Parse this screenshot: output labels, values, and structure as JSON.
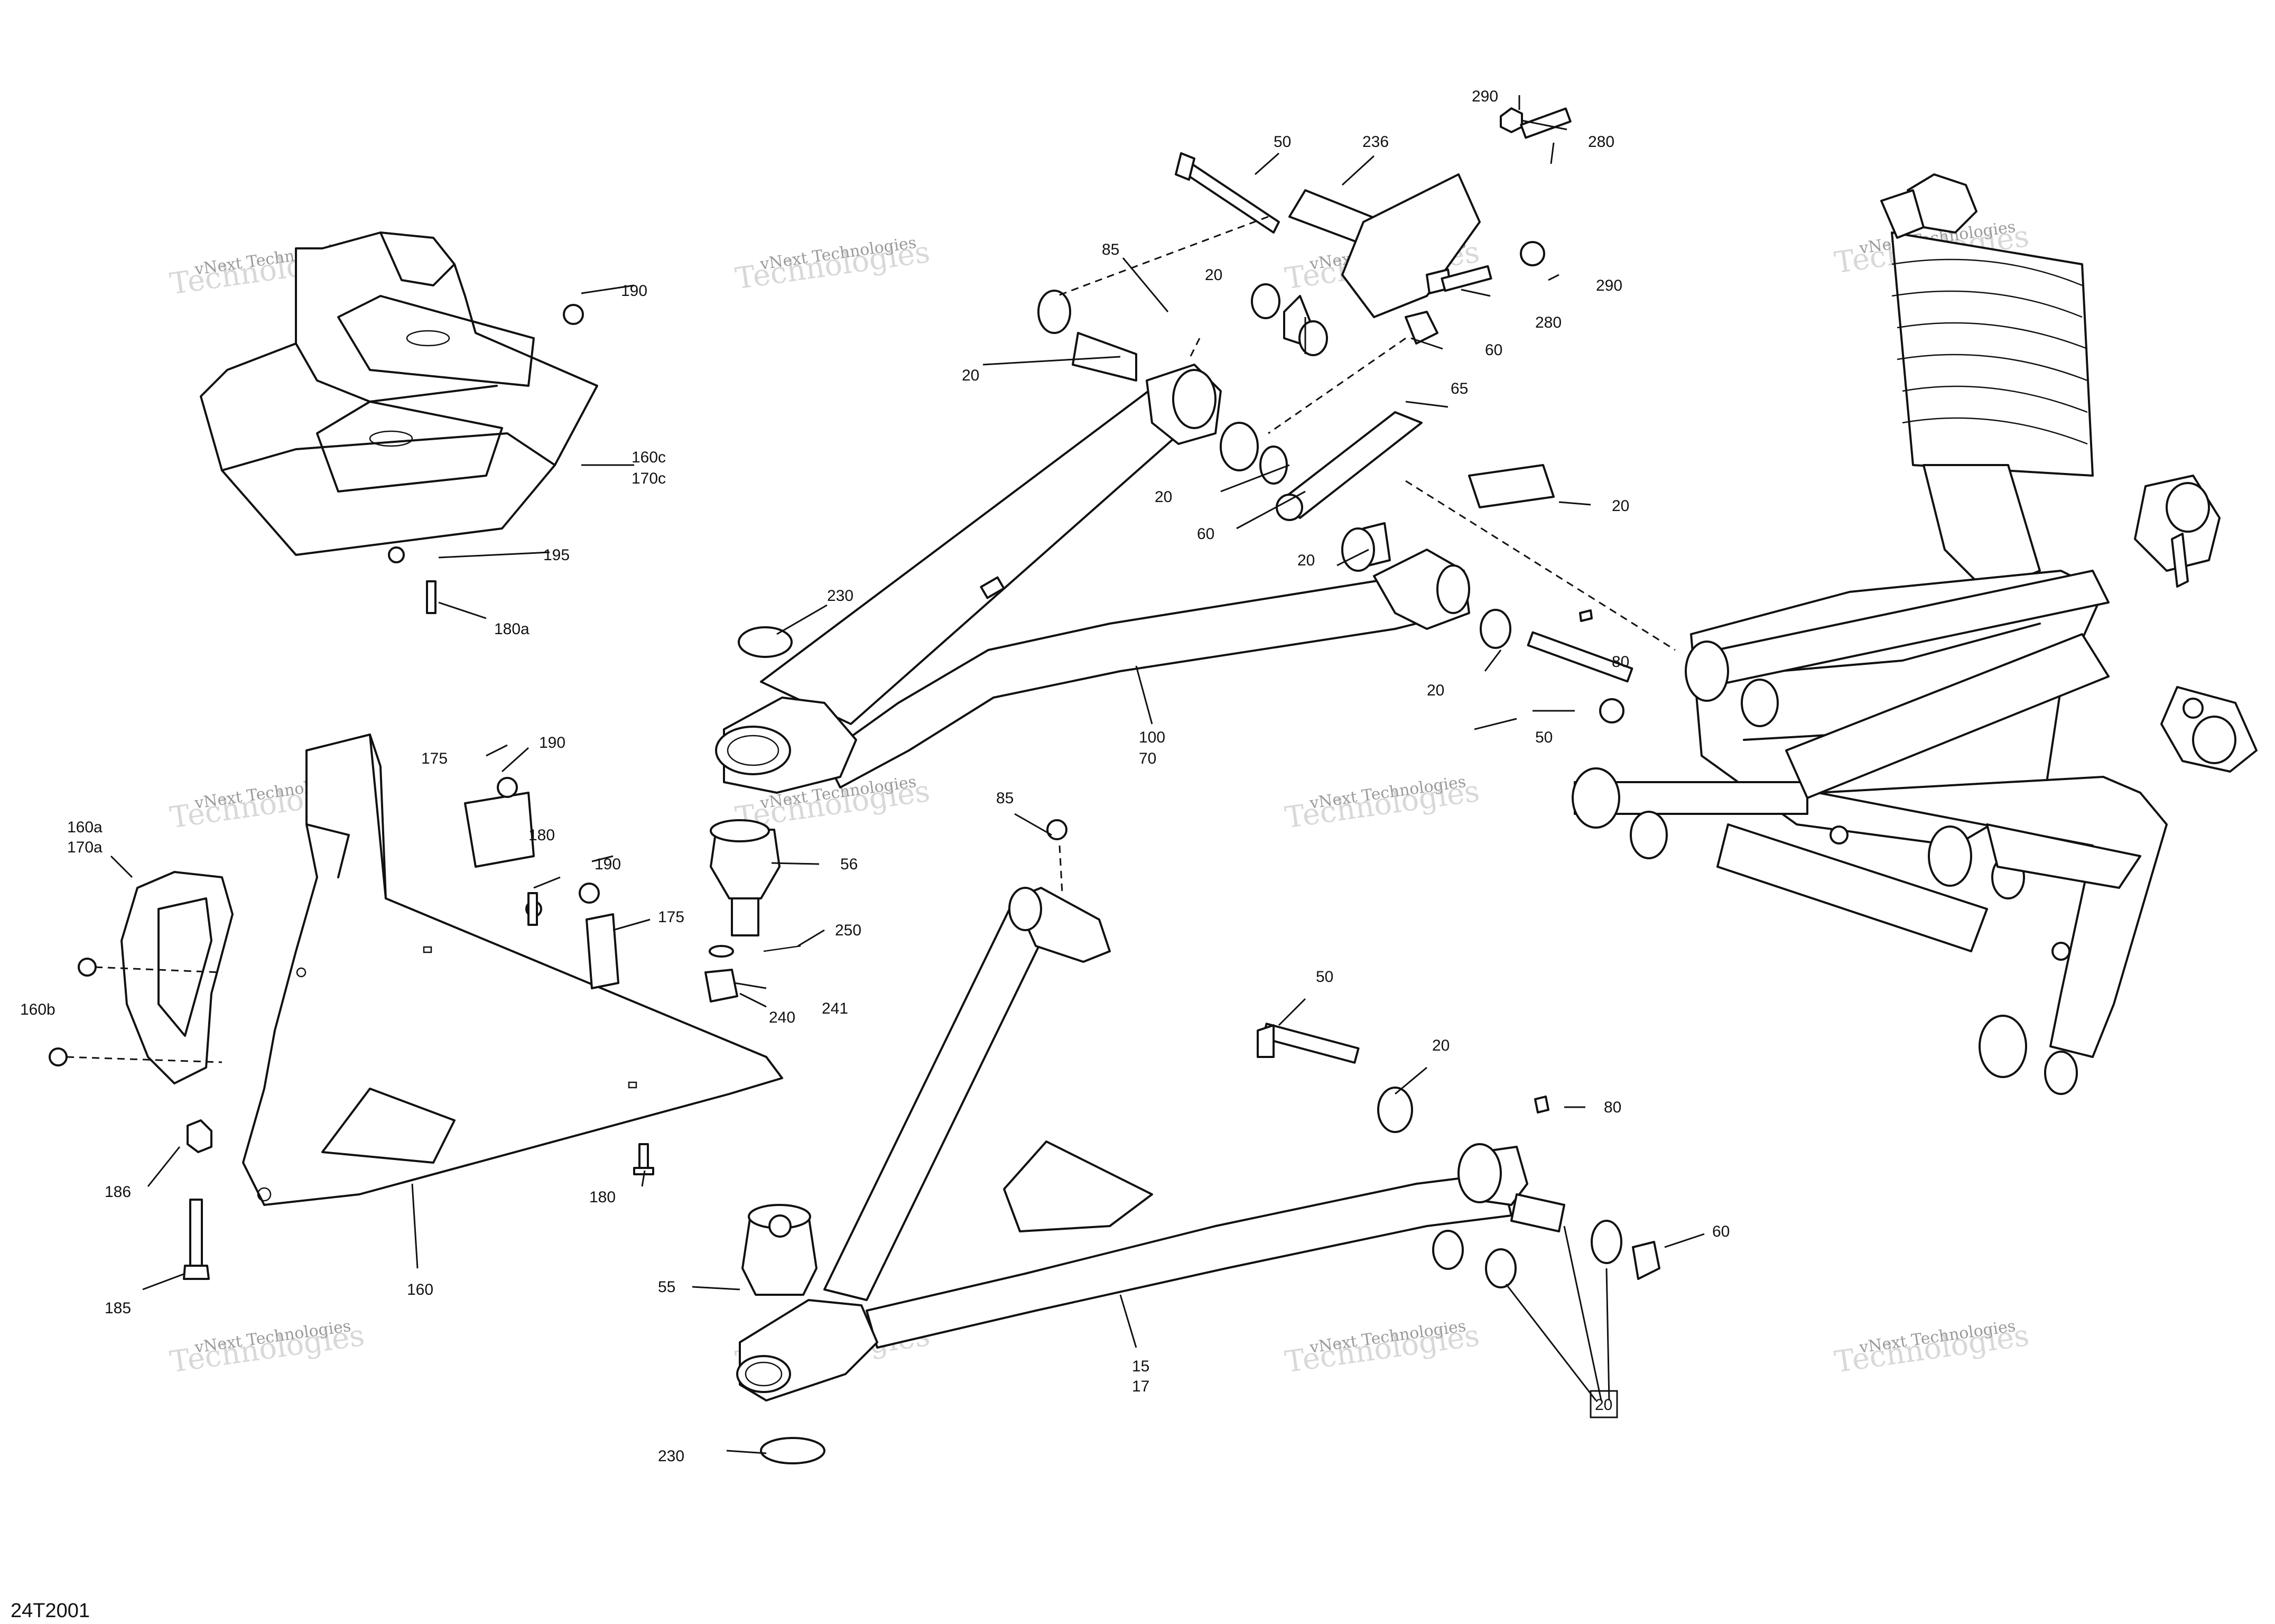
{
  "diagram_code": "24T2001",
  "watermark": {
    "line1": "vNext Technologies",
    "line2": "Technologies"
  },
  "callouts": {
    "c290a": "290",
    "c280a": "280",
    "c50a": "50",
    "c236": "236",
    "c85a": "85",
    "c20a": "20",
    "c20b": "20",
    "c20c": "20",
    "c20d": "20",
    "c20e": "20",
    "c20f": "20",
    "c20g": "20",
    "c20h": "20",
    "c60a": "60",
    "c60b": "60",
    "c60c": "60",
    "c65": "65",
    "c290b": "290",
    "c280b": "280",
    "c190a": "190",
    "c190b": "190",
    "c190c": "190",
    "c160c": "160c",
    "c170c": "170c",
    "c195": "195",
    "c180a": "180a",
    "c230a": "230",
    "c230b": "230",
    "c80a": "80",
    "c80b": "80",
    "c50b": "50",
    "c50c": "50",
    "c100": "100",
    "c70": "70",
    "c175a": "175",
    "c175b": "175",
    "c180b": "180",
    "c180c": "180",
    "c160a": "160a",
    "c170a": "170a",
    "c160b": "160b",
    "c56": "56",
    "c250": "250",
    "c241": "241",
    "c240": "240",
    "c85b": "85",
    "c186": "186",
    "c185": "185",
    "c160": "160",
    "c55": "55",
    "c15": "15",
    "c17": "17",
    "c20box": "20"
  }
}
